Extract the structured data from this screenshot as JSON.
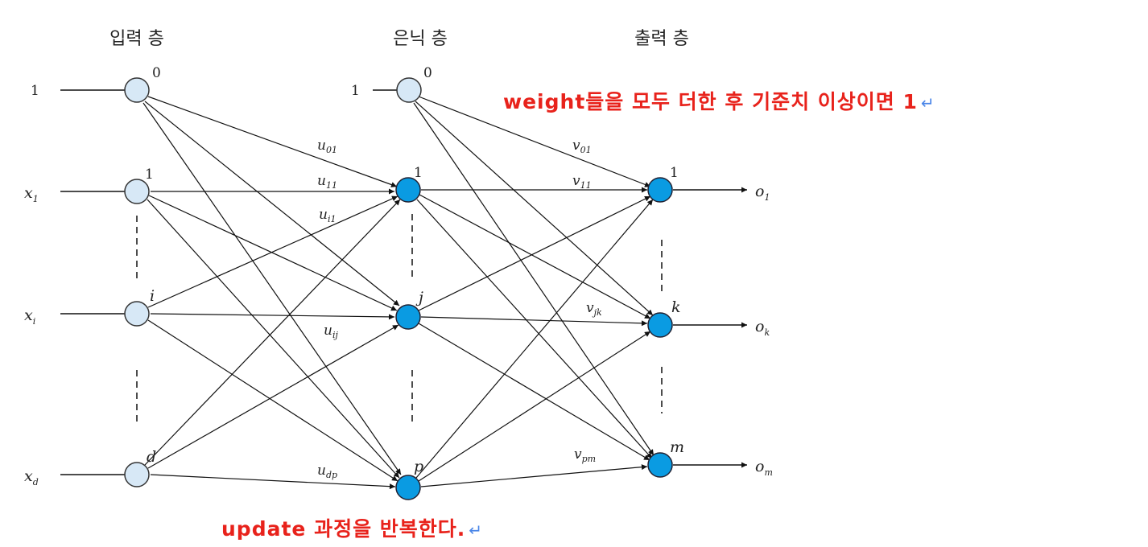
{
  "layers": {
    "input_title": "입력 층",
    "hidden_title": "은닉 층",
    "output_title": "출력 층"
  },
  "inputs": {
    "bias": "1",
    "x1": "x",
    "x1_sub": "1",
    "xi": "x",
    "xi_sub": "i",
    "xd": "x",
    "xd_sub": "d"
  },
  "hidden_bias": "1",
  "node_labels": {
    "in0": "0",
    "in1": "1",
    "ini": "i",
    "ind": "d",
    "h0": "0",
    "h1": "1",
    "hj": "j",
    "hp": "p",
    "o1": "1",
    "ok": "k",
    "om": "m"
  },
  "outputs": {
    "o1": "o",
    "o1_sub": "1",
    "ok": "o",
    "ok_sub": "k",
    "om": "o",
    "om_sub": "m"
  },
  "weights": {
    "u01": "u",
    "u01_sub": "01",
    "u11": "u",
    "u11_sub": "11",
    "ui1": "u",
    "ui1_sub": "i1",
    "uij": "u",
    "uij_sub": "ij",
    "udp": "u",
    "udp_sub": "dp",
    "v01": "v",
    "v01_sub": "01",
    "v11": "v",
    "v11_sub": "11",
    "vjk": "v",
    "vjk_sub": "jk",
    "vpm": "v",
    "vpm_sub": "pm"
  },
  "notes": {
    "top": "weight들을 모두 더한 후 기준치 이상이면 1",
    "bottom": "update 과정을 반복한다.",
    "return_mark": "↵"
  },
  "colors": {
    "input_node_fill": "#d7e8f6",
    "hidden_node_fill": "#0a9be2",
    "note_red": "#e8221b",
    "return_blue": "#4a86e8"
  }
}
